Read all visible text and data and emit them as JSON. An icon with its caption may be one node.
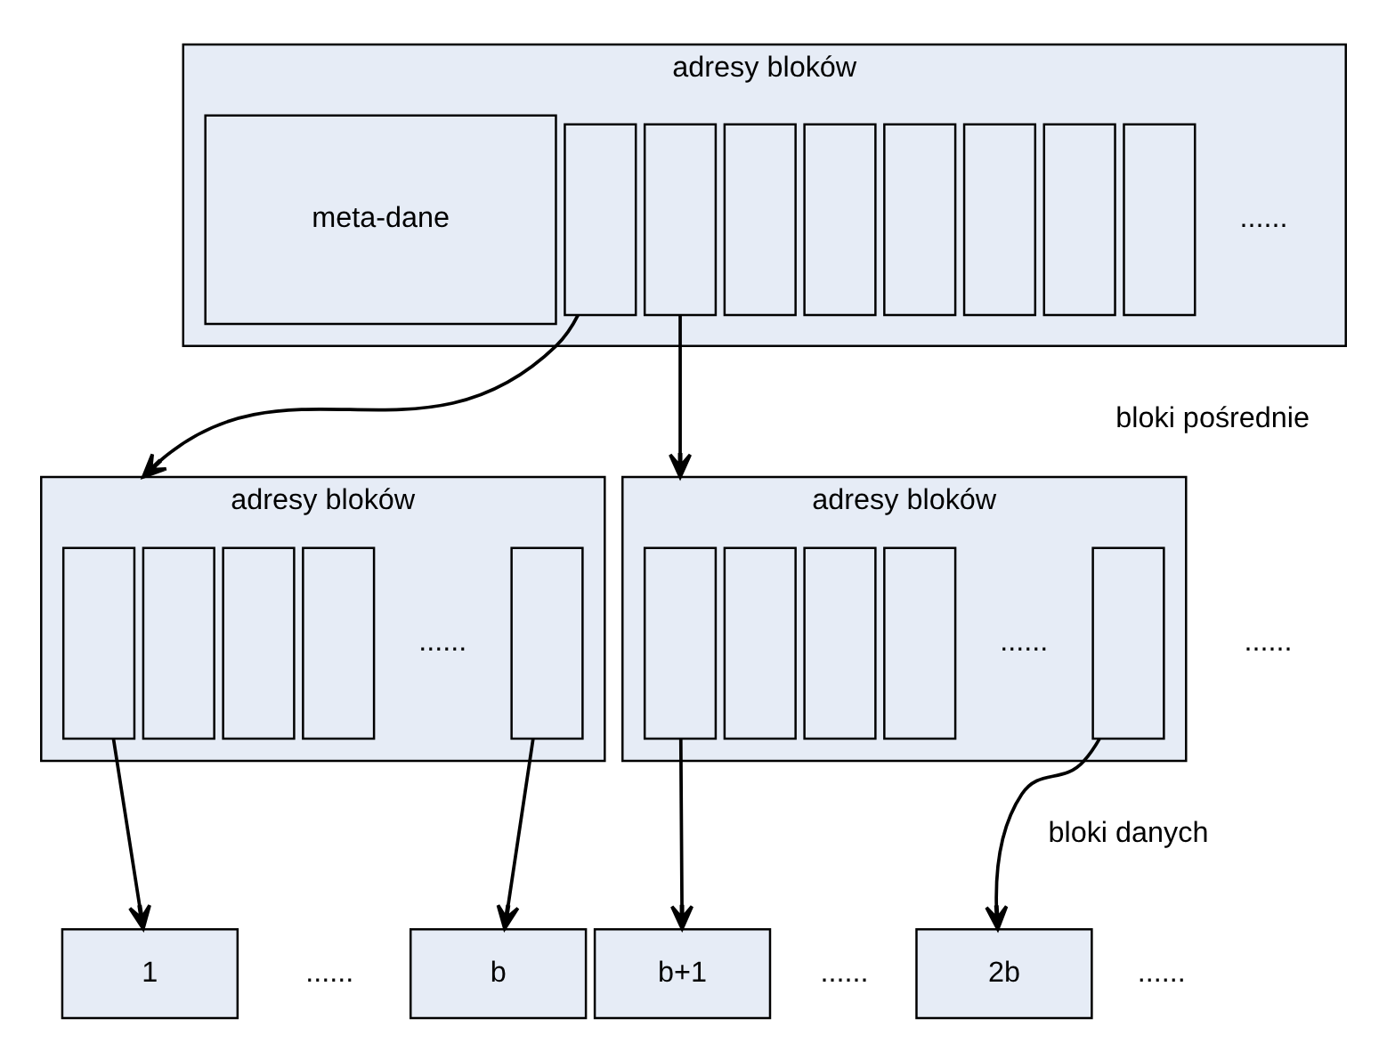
{
  "diagram": {
    "nodes": [
      {
        "text": [
          "adresy bloków"
        ]
      },
      {
        "text": [
          "meta-dane"
        ],
        "in": 0
      },
      {
        "text": [],
        "shape": "box",
        "in": 0
      },
      {
        "text": [],
        "shape": "box",
        "in": 0
      },
      {
        "text": [],
        "shape": "box",
        "in": 0
      },
      {
        "text": [],
        "shape": "box",
        "in": 0
      },
      {
        "text": [],
        "shape": "box",
        "in": 0
      },
      {
        "text": [],
        "shape": "box",
        "in": 0
      },
      {
        "text": [],
        "shape": "box",
        "in": 0
      },
      {
        "text": [],
        "shape": "box",
        "in": 0
      },
      {
        "text": [
          "adresy bloków"
        ]
      },
      {
        "text": [],
        "shape": "box",
        "in": 10
      },
      {
        "text": [],
        "shape": "box",
        "in": 10
      },
      {
        "text": [],
        "shape": "box",
        "in": 10
      },
      {
        "text": [],
        "shape": "box",
        "in": 10
      },
      {
        "text": [],
        "shape": "box",
        "in": 10
      },
      {
        "text": [
          "adresy bloków"
        ]
      },
      {
        "text": [],
        "shape": "box",
        "in": 16
      },
      {
        "text": [],
        "shape": "box",
        "in": 16
      },
      {
        "text": [],
        "shape": "box",
        "in": 16
      },
      {
        "text": [],
        "shape": "box",
        "in": 16
      },
      {
        "text": [],
        "shape": "box",
        "in": 16
      },
      {
        "text": [
          "1"
        ]
      },
      {
        "text": [
          "b"
        ]
      },
      {
        "text": [
          "b+1"
        ]
      },
      {
        "text": [
          "2b"
        ]
      }
    ],
    "edges": [
      {
        "from": 2,
        "to": 10,
        "arrow": "to"
      },
      {
        "from": 3,
        "to": 16,
        "arrow": "to"
      },
      {
        "from": 11,
        "to": 22,
        "arrow": "to"
      },
      {
        "from": 15,
        "to": 23,
        "arrow": "to"
      },
      {
        "from": 17,
        "to": 24,
        "arrow": "to"
      },
      {
        "from": 21,
        "to": 25,
        "arrow": "to"
      }
    ],
    "labels": [
      "......",
      "bloki pośrednie",
      "......",
      "......",
      "......",
      "bloki danych",
      "......",
      "......",
      "......"
    ]
  }
}
